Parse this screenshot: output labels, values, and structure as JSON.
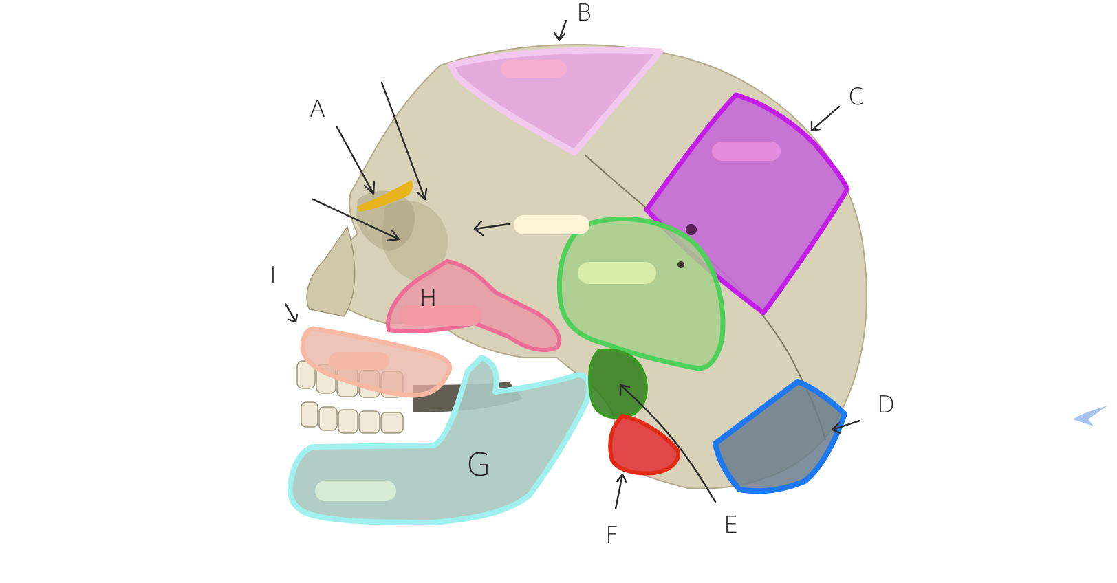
{
  "labels": {
    "a": "A",
    "b": "B",
    "c": "C",
    "d": "D",
    "e": "E",
    "f": "F",
    "g": "G",
    "h": "H",
    "i": "I"
  },
  "colors": {
    "background": "#ffffff",
    "bone": "#d8d2b8",
    "bone_shadow": "#a39a78",
    "frontal_marker": "#e8b41c",
    "parietal_outline": "#f3c8ee",
    "parietal_fill": "#e6a6e2",
    "occipital_outline": "#c21ee8",
    "occipital_fill": "#c46ad6",
    "temporal_outline": "#4fd05a",
    "temporal_fill": "#a9cf8c",
    "sphenoid_outline": "#f08fe0",
    "external_meatus_fill": "#2f7d1a",
    "mastoid_fill": "#e0484a",
    "mastoid_outline": "#e22b16",
    "occipital_base_outline": "#1e78f0",
    "occipital_base_fill": "#6b7c8c",
    "mandible_outline": "#9ff0ee",
    "mandible_fill": "#a8c8c0",
    "zygomatic_outline": "#ee6d96",
    "zygomatic_fill": "#e79aa4",
    "maxilla_outline": "#f7b9a4",
    "maxilla_fill": "#e6b0a0",
    "cover_parietal": "#f5aed0",
    "cover_occipital": "#e48ce0",
    "cover_sphenoid": "#fff3d8",
    "cover_temporal": "#d8ecaa",
    "cover_zygomatic": "#f29aa4",
    "cover_maxilla": "#f4b8a8",
    "cover_mandible": "#d7ecd4",
    "stray_mark": "#a8c4ec"
  }
}
